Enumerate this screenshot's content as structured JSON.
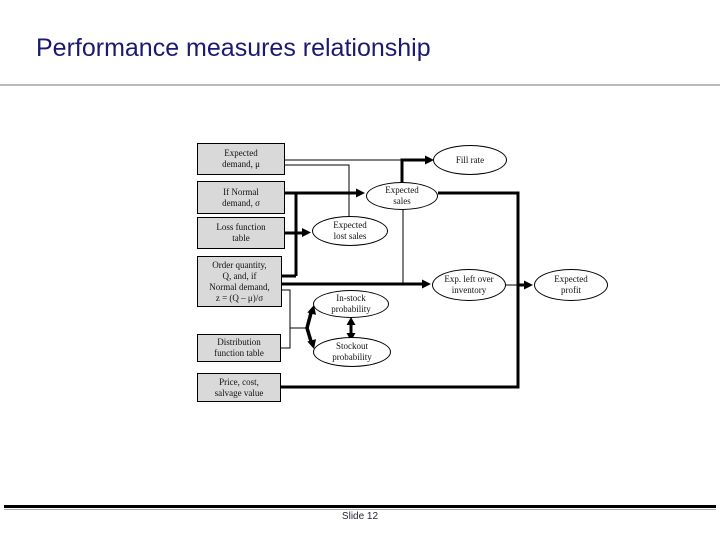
{
  "slide": {
    "title": "Performance measures relationship",
    "slide_number": "Slide 12"
  },
  "colors": {
    "title_text": "#1a1a70",
    "box_fill": "#d9d9d9",
    "shape_border": "#000000",
    "connector": "#000000",
    "separator": "#b9b9b9"
  },
  "diagram": {
    "boxes": [
      {
        "id": "expected-demand",
        "label": "Expected\ndemand, μ"
      },
      {
        "id": "normal-demand",
        "label": "If Normal\ndemand, σ"
      },
      {
        "id": "loss-function-table",
        "label": "Loss function\ntable"
      },
      {
        "id": "order-quantity",
        "label": "Order quantity,\nQ, and, if\nNormal demand,\nz = (Q – μ)/σ"
      },
      {
        "id": "distribution-function-table",
        "label": "Distribution\nfunction table"
      },
      {
        "id": "price-cost-salvage",
        "label": "Price, cost,\nsalvage value"
      }
    ],
    "ellipses": [
      {
        "id": "fill-rate",
        "label": "Fill rate"
      },
      {
        "id": "expected-sales",
        "label": "Expected\nsales"
      },
      {
        "id": "expected-lost-sales",
        "label": "Expected\nlost sales"
      },
      {
        "id": "in-stock-probability",
        "label": "In-stock\nprobability"
      },
      {
        "id": "stockout-probability",
        "label": "Stockout\nprobability"
      },
      {
        "id": "exp-left-over-inventory",
        "label": "Exp. left over\ninventory"
      },
      {
        "id": "expected-profit",
        "label": "Expected\nprofit"
      }
    ]
  }
}
